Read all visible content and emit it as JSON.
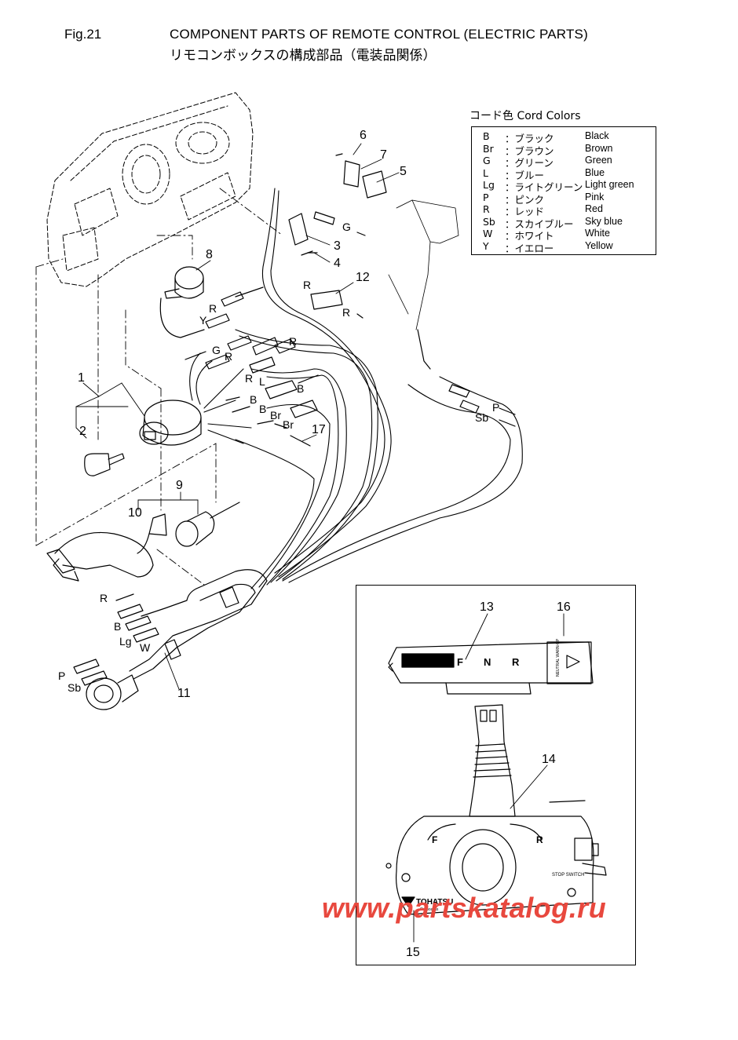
{
  "header": {
    "fig": "Fig.21",
    "title_en": "COMPONENT PARTS OF REMOTE CONTROL (ELECTRIC PARTS)",
    "title_jp": "リモコンボックスの構成部品（電装品関係）"
  },
  "legend": {
    "heading": "コード色 Cord Colors",
    "rows": [
      {
        "code": "B",
        "jp": "：ブラック",
        "en": "Black"
      },
      {
        "code": "Br",
        "jp": "：ブラウン",
        "en": "Brown"
      },
      {
        "code": "G",
        "jp": "：グリーン",
        "en": "Green"
      },
      {
        "code": "L",
        "jp": "：ブルー",
        "en": "Blue"
      },
      {
        "code": "Lg",
        "jp": "：ライトグリーン",
        "en": "Light green"
      },
      {
        "code": "P",
        "jp": "：ピンク",
        "en": "Pink"
      },
      {
        "code": "R",
        "jp": "：レッド",
        "en": "Red"
      },
      {
        "code": "Sb",
        "jp": "：スカイブルー",
        "en": "Sky blue"
      },
      {
        "code": "W",
        "jp": "：ホワイト",
        "en": "White"
      },
      {
        "code": "Y",
        "jp": "：イエロー",
        "en": "Yellow"
      }
    ]
  },
  "callouts": {
    "c1": "1",
    "c2": "2",
    "c3": "3",
    "c4": "4",
    "c5": "5",
    "c6": "6",
    "c7": "7",
    "c8": "8",
    "c9": "9",
    "c10": "10",
    "c11": "11",
    "c12": "12",
    "c13": "13",
    "c14": "14",
    "c15": "15",
    "c16": "16",
    "c17": "17"
  },
  "wire_labels": {
    "g_top": "G",
    "r_12": "R",
    "r_12b": "R",
    "r_8": "R",
    "y_8": "Y",
    "g_mid": "G",
    "r_mid": "R",
    "r_sw": "R",
    "l_sw": "L",
    "b_sw": "B",
    "b_sw2": "B",
    "b_sw3": "B",
    "br_sw": "Br",
    "br_sw2": "Br",
    "p_right": "P",
    "sb_right": "Sb",
    "r_low": "R",
    "b_low": "B",
    "lg_low": "Lg",
    "w_low": "W",
    "p_low": "P",
    "sb_low": "Sb"
  },
  "inset": {
    "indicator_f": "F",
    "indicator_n": "N",
    "indicator_r": "R",
    "lever_f": "F",
    "lever_r": "R",
    "stop_switch": "STOP SWITCH",
    "brand": "TOHATSU",
    "brand_sub": "Outboards",
    "neutral_warn": "NEUTRAL WARN-UP"
  },
  "watermark": "www.partskatalog.ru",
  "colors": {
    "watermark": "#e8483e",
    "line": "#000000"
  }
}
